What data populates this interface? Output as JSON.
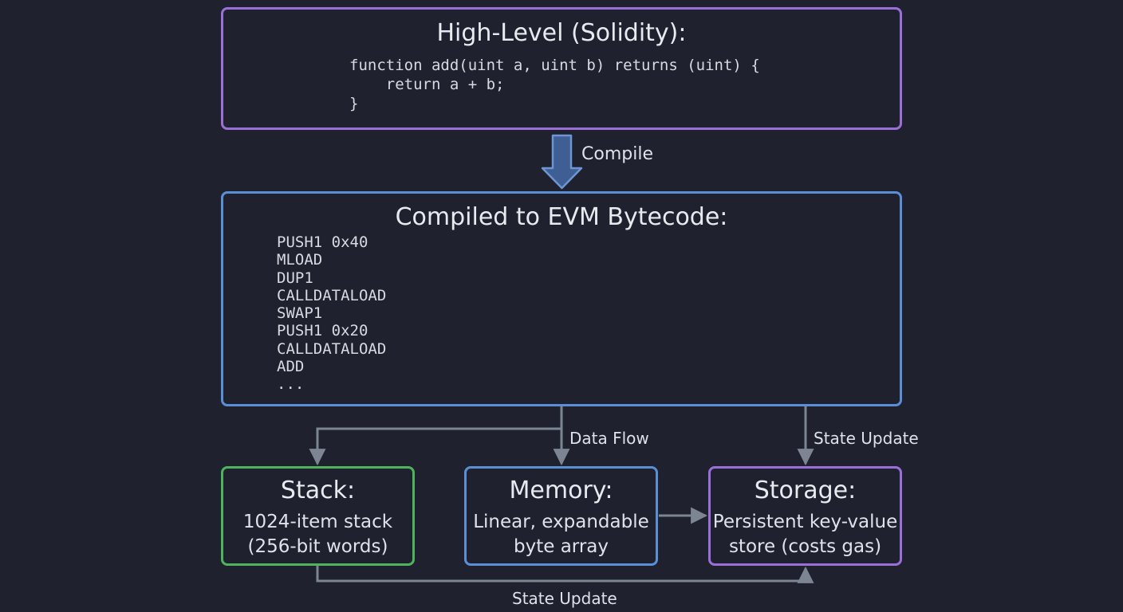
{
  "solidity": {
    "title": "High-Level (Solidity):",
    "code": "function add(uint a, uint b) returns (uint) {\n    return a + b;\n}"
  },
  "compile_label": "Compile",
  "bytecode": {
    "title": "Compiled to EVM Bytecode:",
    "code": "PUSH1 0x40\nMLOAD\nDUP1\nCALLDATALOAD\nSWAP1\nPUSH1 0x20\nCALLDATALOAD\nADD\n..."
  },
  "flow_labels": {
    "data_flow": "Data Flow",
    "state_update_right": "State Update",
    "state_update_bottom": "State Update"
  },
  "stack": {
    "title": "Stack:",
    "line1": "1024-item stack",
    "line2": "(256-bit words)"
  },
  "memory": {
    "title": "Memory:",
    "line1": "Linear, expandable",
    "line2": "byte array"
  },
  "storage": {
    "title": "Storage:",
    "line1": "Persistent key-value",
    "line2": "store (costs gas)"
  },
  "colors": {
    "background": "#1f212e",
    "purple_border": "#9b6fd8",
    "blue_border": "#5a8fd6",
    "green_border": "#4fb35e",
    "connector": "#7e8592",
    "compile_arrow": "#4a6ea8"
  }
}
